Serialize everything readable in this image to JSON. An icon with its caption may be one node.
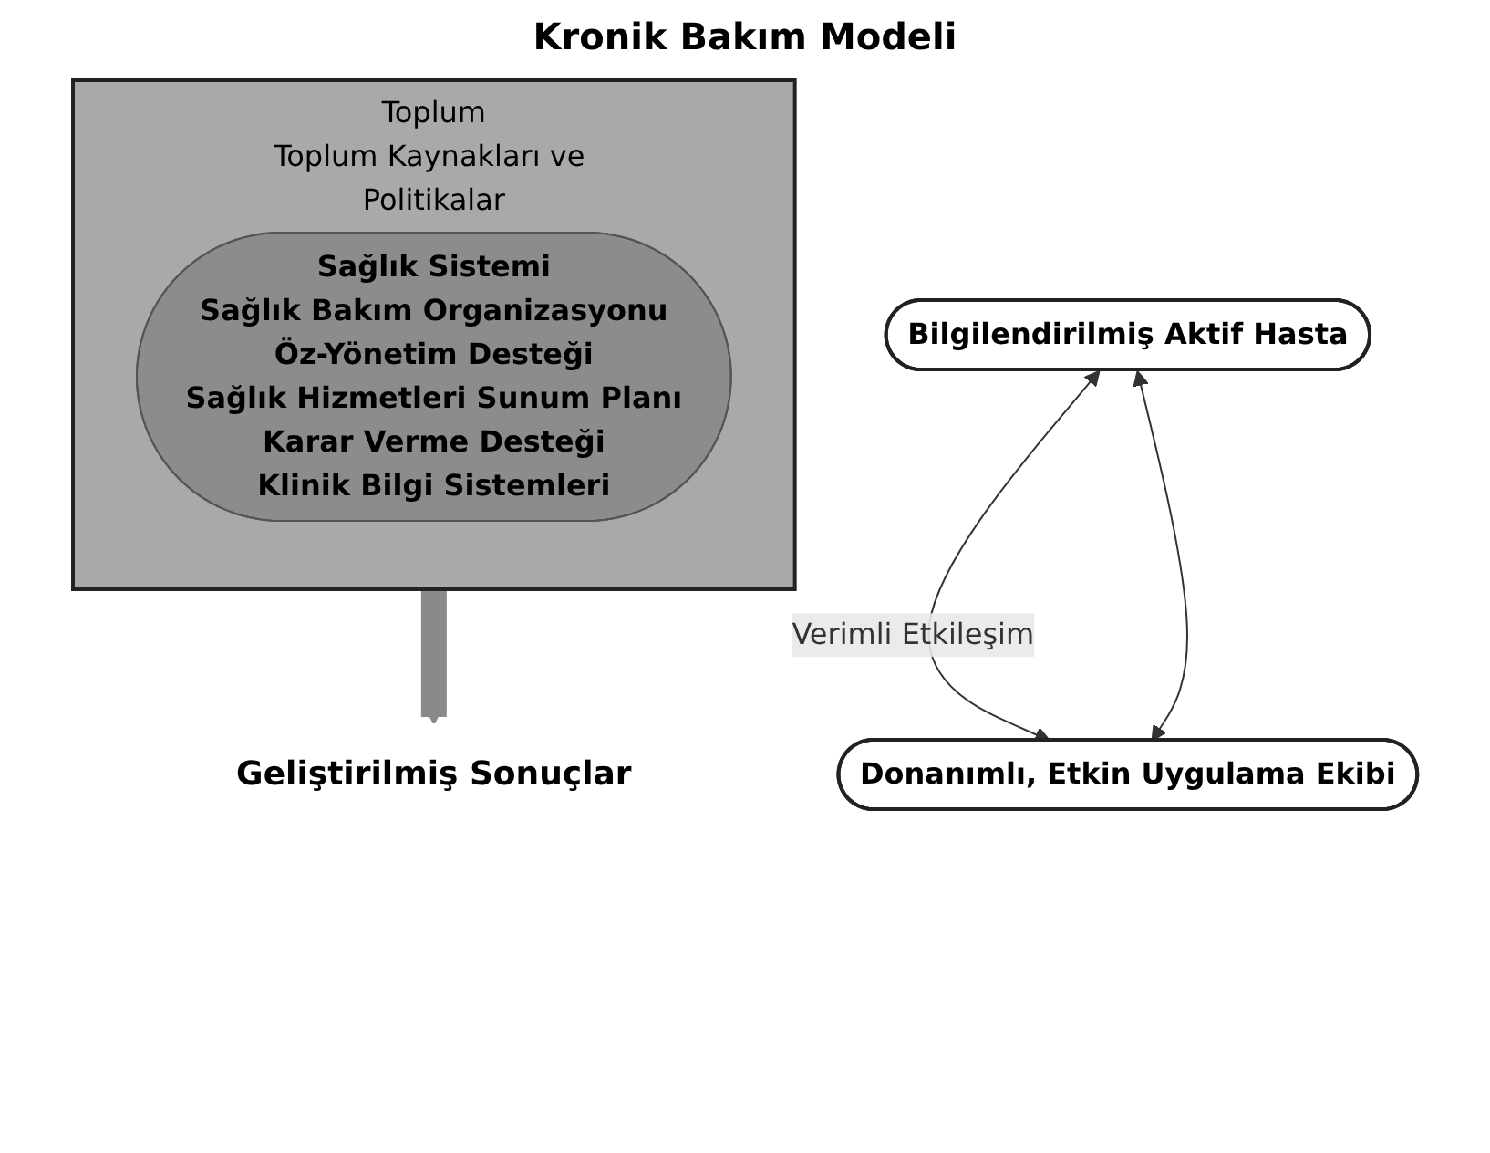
{
  "diagram": {
    "title": "Kronik Bakım Modeli",
    "nodes": [
      {
        "text": [
          "Toplum",
          "Toplum Kaynakları ve Politikalar"
        ]
      },
      {
        "text": [
          "Sağlık Sistemi",
          "Sağlık Bakım Organizasyonu",
          "Öz-Yönetim Desteği",
          "Sağlık Hizmetleri Sunum Planı",
          "Karar Verme Desteği",
          "Klinik Bilgi Sistemleri"
        ],
        "in": 0
      },
      {
        "text": [
          "Bilgilendirilmiş Aktif Hasta"
        ]
      },
      {
        "text": [
          "Donanımlı, Etkin Uygulama Ekibi"
        ]
      },
      {
        "text": [
          "Geliştirilmiş Sonuçlar"
        ]
      }
    ],
    "edges": [
      {
        "from": 0,
        "to": 4,
        "arrow": "to",
        "style": "thick",
        "color": "#8a8a8a"
      },
      {
        "from": 2,
        "to": 3,
        "arrow": "both",
        "label": "Verimli Etkileşim"
      },
      {
        "from": 2,
        "to": 3,
        "arrow": "both"
      }
    ]
  }
}
